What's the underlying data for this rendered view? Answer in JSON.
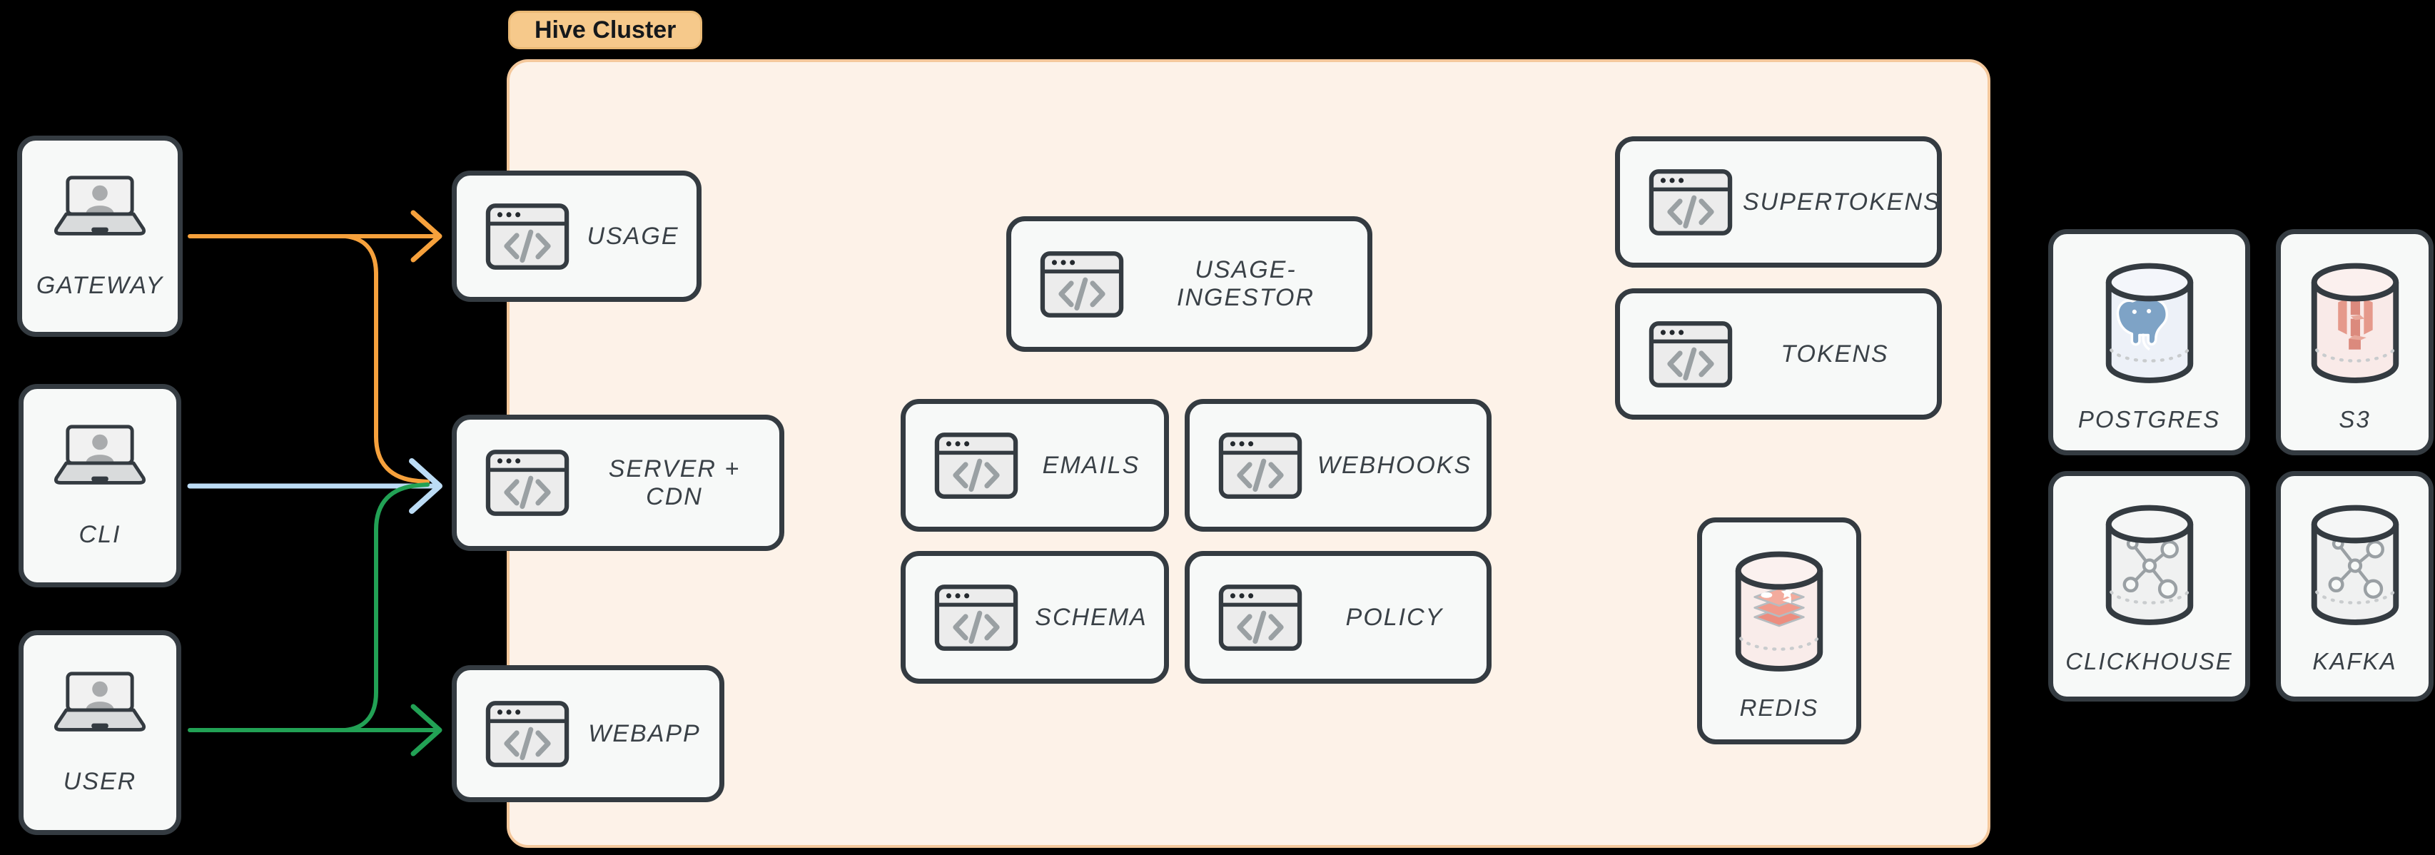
{
  "cluster": {
    "label": "Hive Cluster"
  },
  "clients": [
    {
      "label": "GATEWAY"
    },
    {
      "label": "CLI"
    },
    {
      "label": "USER"
    }
  ],
  "services": [
    {
      "label": "USAGE"
    },
    {
      "label": "SERVER + CDN"
    },
    {
      "label": "WEBAPP"
    },
    {
      "label": "USAGE-INGESTOR"
    },
    {
      "label": "EMAILS"
    },
    {
      "label": "WEBHOOKS"
    },
    {
      "label": "SCHEMA"
    },
    {
      "label": "POLICY"
    },
    {
      "label": "SUPERTOKENS"
    },
    {
      "label": "TOKENS"
    }
  ],
  "datastores": [
    {
      "label": "REDIS",
      "kind": "redis"
    },
    {
      "label": "POSTGRES",
      "kind": "postgres"
    },
    {
      "label": "S3",
      "kind": "s3"
    },
    {
      "label": "CLICKHOUSE",
      "kind": "network"
    },
    {
      "label": "KAFKA",
      "kind": "network"
    }
  ],
  "edges": [
    {
      "from": "GATEWAY",
      "to": "USAGE",
      "color": "#f6a13c"
    },
    {
      "from": "GATEWAY",
      "to": "SERVER + CDN",
      "color": "#f6a13c"
    },
    {
      "from": "CLI",
      "to": "SERVER + CDN",
      "color": "#bcdcf5"
    },
    {
      "from": "USER",
      "to": "SERVER + CDN",
      "color": "#22a155"
    },
    {
      "from": "USER",
      "to": "WEBAPP",
      "color": "#22a155"
    }
  ],
  "colors": {
    "background": "#000000",
    "node_bg": "#f7f9f8",
    "node_border": "#343b41",
    "cluster_bg": "#fdf2e8",
    "cluster_border": "#f4c89c",
    "cluster_label_bg": "#f6c98b",
    "arrow_orange": "#f6a13c",
    "arrow_blue": "#bcdcf5",
    "arrow_green": "#22a155",
    "redis_pink": "#ee9486",
    "postgres_blue": "#7ea3c6",
    "s3_red": "#db8a7d",
    "icon_gray": "#9aa0a4"
  }
}
